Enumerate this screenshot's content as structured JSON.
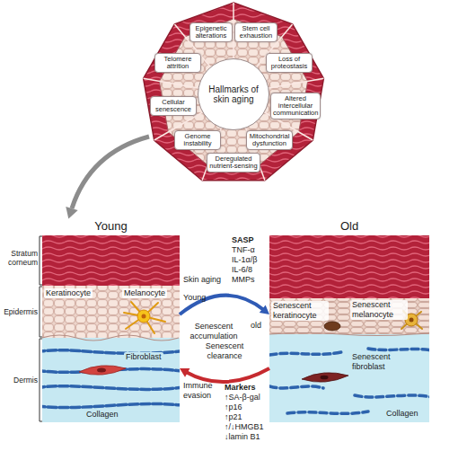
{
  "diagram": {
    "nodes": [
      {
        "text": [
          "Epigenetic alterations"
        ]
      },
      {
        "text": [
          "Stem cell exhaustion"
        ]
      },
      {
        "text": [
          "Telomere attrition"
        ]
      },
      {
        "text": [
          "Loss of proteostasis"
        ]
      },
      {
        "text": [
          "Hallmarks of skin aging"
        ]
      },
      {
        "text": [
          "Cellular senescence"
        ]
      },
      {
        "text": [
          "Altered intercellular communication"
        ]
      },
      {
        "text": [
          "Genome instability"
        ]
      },
      {
        "text": [
          "Mitochondrial dysfunction"
        ]
      },
      {
        "text": [
          "Deregulated nutrient-sensing"
        ]
      },
      {
        "text": [
          "Young"
        ]
      },
      {
        "text": [
          "Old"
        ]
      }
    ],
    "edges": [
      {
        "from": 10,
        "to": 11,
        "arrow": "to",
        "label": "Senescent accumulation"
      },
      {
        "from": 11,
        "to": 10,
        "arrow": "to",
        "label": "Senescent clearance"
      }
    ],
    "labels": [
      "Stratum corneum",
      "Epidermis",
      "Dermis",
      "Keratinocyte",
      "Melanocyte",
      "Fibroblast",
      "Collagen",
      "Skin aging",
      "Young",
      "old",
      "Immune evasion",
      "SASP",
      "TNF-α",
      "IL-1α/β",
      "IL-6/8",
      "MMPs",
      "Markers",
      "↑SA-β-gal",
      "↑p16",
      "↑p21",
      "↑/↓HMGB1",
      "↓lamin B1",
      "Senescent keratinocyte",
      "Senescent melanocyte",
      "Senescent fibroblast",
      "Collagen"
    ]
  }
}
